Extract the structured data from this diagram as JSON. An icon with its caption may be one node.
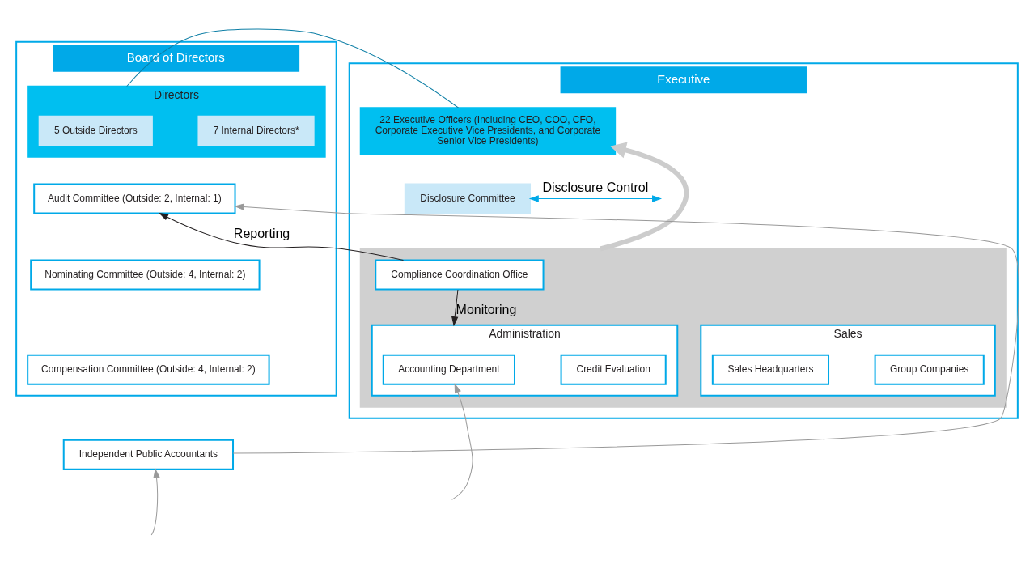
{
  "diagram": {
    "nodes": [
      {
        "text": [
          "Board of Directors"
        ]
      },
      {
        "text": [
          "Directors"
        ],
        "in": 0
      },
      {
        "text": [
          "5 Outside Directors"
        ],
        "in": 1
      },
      {
        "text": [
          "7 Internal Directors*"
        ],
        "in": 1
      },
      {
        "text": [
          "Audit Committee (Outside: 2, Internal: 1)"
        ],
        "in": 0
      },
      {
        "text": [
          "Nominating Committee (Outside: 4, Internal: 2)"
        ],
        "in": 0
      },
      {
        "text": [
          "Compensation Committee (Outside: 4, Internal: 2)"
        ],
        "in": 0
      },
      {
        "text": [
          "Executive"
        ]
      },
      {
        "text": [
          "22 Executive Officers (Including CEO, COO, CFO, Corporate Executive Vice Presidents, and Corporate Senior Vice Presidents)"
        ],
        "in": 7
      },
      {
        "text": [
          "Disclosure Committee"
        ],
        "in": 7
      },
      {
        "text": [],
        "shape": "box",
        "in": 7
      },
      {
        "text": [
          "Compliance Coordination Office"
        ],
        "in": 10
      },
      {
        "text": [
          "Administration"
        ],
        "in": 10
      },
      {
        "text": [
          "Accounting Department"
        ],
        "in": 12
      },
      {
        "text": [
          "Credit Evaluation"
        ],
        "in": 12
      },
      {
        "text": [
          "Sales"
        ],
        "in": 10
      },
      {
        "text": [
          "Sales Headquarters"
        ],
        "in": 15
      },
      {
        "text": [
          "Group Companies"
        ],
        "in": 15
      },
      {
        "text": [
          "Independent Public Accountants"
        ]
      }
    ],
    "edges": [
      {
        "from": 1,
        "to": 8,
        "arrow": "none",
        "color": "#0e7fa6"
      },
      {
        "from": 9,
        "to": null,
        "arrow": "both",
        "label": "Disclosure Control",
        "color": "#00a9e8"
      },
      {
        "from": 10,
        "to": 8,
        "arrow": "to",
        "style": "thick",
        "color": "#cccccc"
      },
      {
        "from": 11,
        "to": 4,
        "arrow": "to",
        "label": "Reporting",
        "color": "#231f20"
      },
      {
        "from": 11,
        "to": 12,
        "arrow": "to",
        "label": "Monitoring",
        "color": "#231f20"
      },
      {
        "from": 18,
        "to": 4,
        "arrow": "to"
      },
      {
        "from": null,
        "to": 18,
        "arrow": "to"
      },
      {
        "from": null,
        "to": 13,
        "arrow": "to"
      }
    ]
  }
}
